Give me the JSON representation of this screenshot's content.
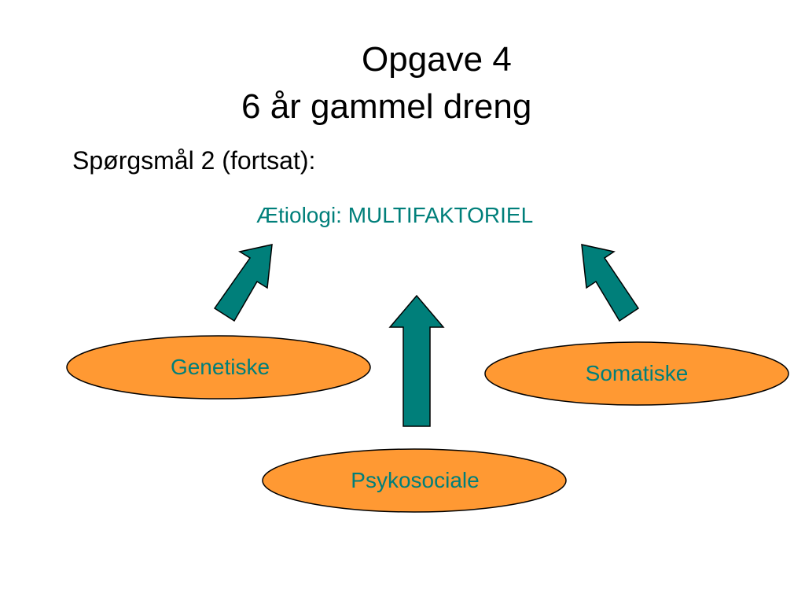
{
  "slide": {
    "title_line1": "Opgave 4",
    "title_line2": "6 år gammel dreng",
    "subheading": "Spørgsmål 2 (fortsat):",
    "etiology_label": "Ætiologi: MULTIFAKTORIEL",
    "factors": [
      {
        "label": "Genetiske"
      },
      {
        "label": "Somatiske"
      },
      {
        "label": "Psykosociale"
      }
    ]
  },
  "colors": {
    "text_primary": "#000000",
    "accent_teal": "#007f7a",
    "ellipse_fill": "#ff9933",
    "outline": "#000000"
  },
  "icons": [
    "arrow-up-right-icon",
    "arrow-up-left-icon",
    "arrow-up-icon"
  ]
}
